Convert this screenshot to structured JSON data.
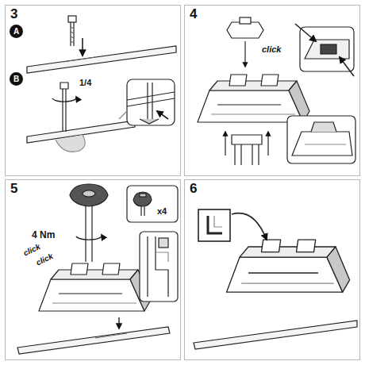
{
  "diagram": {
    "nodes": [
      {
        "text": [
          "3"
        ]
      },
      {
        "text": [
          "A"
        ],
        "in": 0
      },
      {
        "text": [
          "B"
        ],
        "in": 0
      },
      {
        "text": [
          "4"
        ]
      },
      {
        "text": [
          "5"
        ]
      },
      {
        "text": [
          "6"
        ]
      }
    ],
    "labels": [
      "1/4",
      "click",
      "4 Nm",
      "click",
      "click",
      "x4"
    ]
  }
}
